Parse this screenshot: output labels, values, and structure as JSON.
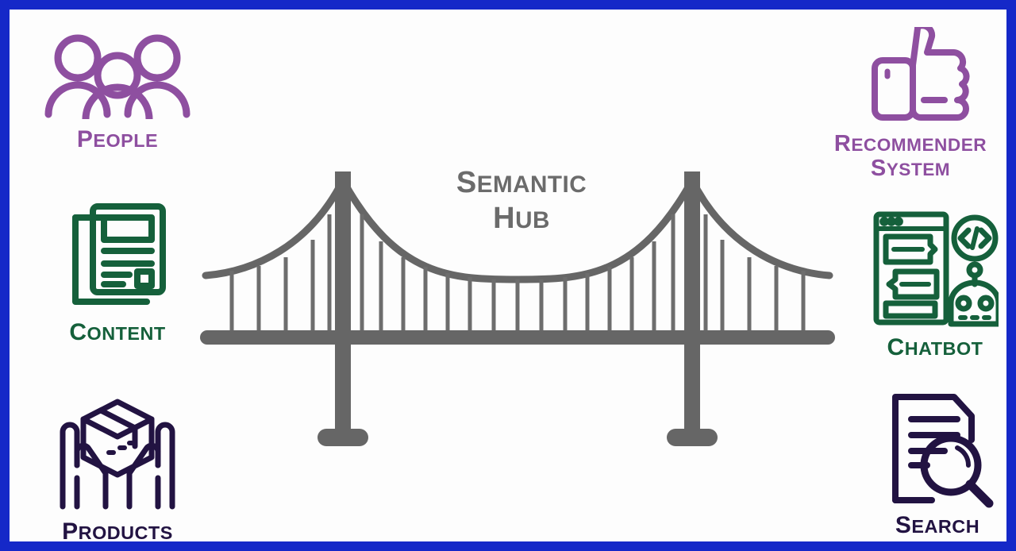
{
  "frame": {
    "border_color": "#1528c8",
    "background_color": "#fdfdfd"
  },
  "center": {
    "title_line1": "Semantic",
    "title_line2": "Hub",
    "title_color": "#6b6b6b",
    "icon": "suspension-bridge-icon",
    "bridge_color": "#666666"
  },
  "left_column": [
    {
      "id": "people",
      "label": "People",
      "icon": "people-group-icon",
      "color": "#8e4fa0"
    },
    {
      "id": "content",
      "label": "Content",
      "icon": "documents-stack-icon",
      "color": "#15603b"
    },
    {
      "id": "products",
      "label": "Products",
      "icon": "hands-holding-box-icon",
      "color": "#221342"
    }
  ],
  "right_column": [
    {
      "id": "recommender",
      "label_line1": "Recommender",
      "label_line2": "System",
      "icon": "thumbs-up-icon",
      "color": "#8e4fa0"
    },
    {
      "id": "chatbot",
      "label": "Chatbot",
      "icon": "chat-window-robot-icon",
      "color": "#15603b"
    },
    {
      "id": "search",
      "label": "Search",
      "icon": "document-magnifier-icon",
      "color": "#221342"
    }
  ]
}
